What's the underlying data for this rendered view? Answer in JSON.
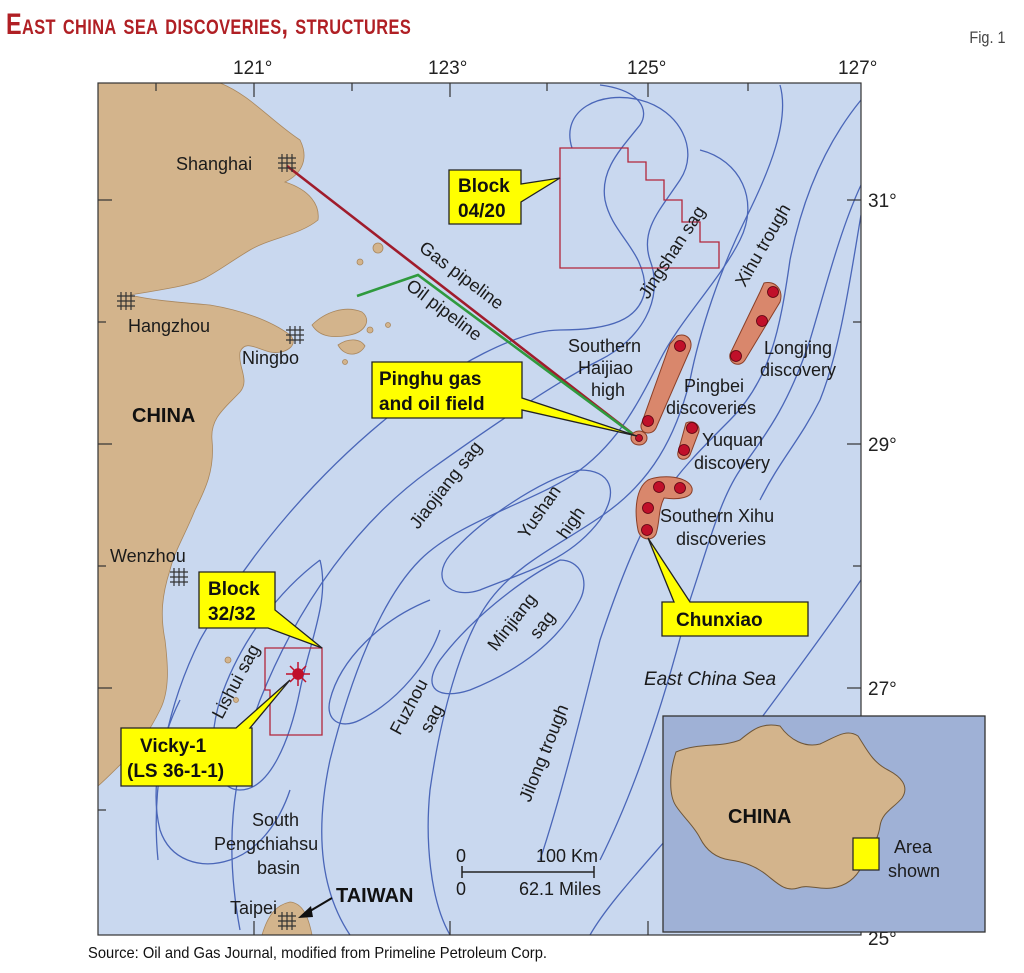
{
  "title": "East china sea discoveries, structures",
  "fig_label": "Fig. 1",
  "source": "Source: Oil and Gas Journal, modified from Primeline Petroleum Corp.",
  "longitudes": [
    "121°",
    "123°",
    "125°",
    "127°"
  ],
  "latitudes": [
    "31°",
    "29°",
    "27°",
    "25°"
  ],
  "cities": {
    "shanghai": "Shanghai",
    "hangzhou": "Hangzhou",
    "ningbo": "Ningbo",
    "wenzhou": "Wenzhou",
    "taipei": "Taipei"
  },
  "regions": {
    "china": "CHINA",
    "taiwan": "TAIWAN",
    "sea": "East China Sea"
  },
  "pipelines": {
    "gas": "Gas pipeline",
    "oil": "Oil pipeline"
  },
  "features": {
    "jingshan_sag": "Jingshan sag",
    "xihu_trough": "Xihu trough",
    "southern_haijiao_1": "Southern",
    "southern_haijiao_2": "Haijiao",
    "southern_haijiao_3": "high",
    "longjing_1": "Longjing",
    "longjing_2": "discovery",
    "pingbei_1": "Pingbei",
    "pingbei_2": "discoveries",
    "yuquan_1": "Yuquan",
    "yuquan_2": "discovery",
    "southern_xihu_1": "Southern Xihu",
    "southern_xihu_2": "discoveries",
    "jiaojiang_sag": "Jiaojiang sag",
    "yushan_1": "Yushan",
    "yushan_2": "high",
    "minjiang_1": "Minjiang",
    "minjiang_2": "sag",
    "jilong_trough": "Jilong trough",
    "fuzhou_1": "Fuzhou",
    "fuzhou_2": "sag",
    "lishui_sag": "Lishui sag",
    "pengchiahsu_1": "South",
    "pengchiahsu_2": "Pengchiahsu",
    "pengchiahsu_3": "basin"
  },
  "callouts": {
    "block0420_1": "Block",
    "block0420_2": "04/20",
    "pinghu_1": "Pinghu gas",
    "pinghu_2": "and oil field",
    "chunxiao": "Chunxiao",
    "block3232_1": "Block",
    "block3232_2": "32/32",
    "vicky_1": "Vicky-1",
    "vicky_2": "(LS 36-1-1)"
  },
  "scale": {
    "km_zero": "0",
    "km_value": "100 Km",
    "mi_zero": "0",
    "mi_value": "62.1 Miles"
  },
  "inset": {
    "china": "CHINA",
    "area_1": "Area",
    "area_2": "shown"
  },
  "colors": {
    "title": "#b01f24",
    "sea": "#c9d8ef",
    "land": "#d3b48c",
    "contour": "#4a66b8",
    "gas_pipeline": "#a01c2c",
    "oil_pipeline": "#2f9a3e",
    "discovery_fill": "#d9876c",
    "discovery_dot": "#c0102a",
    "callout": "#ffff00",
    "inset_sea": "#9fb1d6"
  }
}
